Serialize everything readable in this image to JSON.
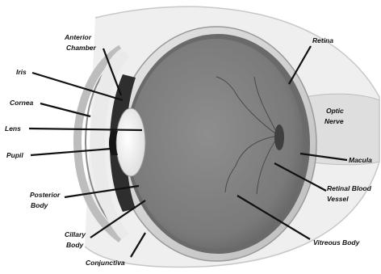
{
  "labels": {
    "anterior_chamber_1": "Anterior",
    "anterior_chamber_2": "Chamber",
    "iris": "Iris",
    "cornea": "Cornea",
    "lens": "Lens",
    "pupil": "Pupil",
    "posterior_body_1": "Posterior",
    "posterior_body_2": "Body",
    "cillary_body_1": "Cillary",
    "cillary_body_2": "Body",
    "conjunctiva": "Conjunctiva",
    "retina": "Retina",
    "optic_nerve_1": "Optic",
    "optic_nerve_2": "Nerve",
    "macula": "Macula",
    "retinal_blood_vessel_1": "Retinal Blood",
    "retinal_blood_vessel_2": "Vessel",
    "vitreous_body": "Vitreous Body"
  },
  "colors": {
    "line": "#111111",
    "vitreous": "#7d7d7d",
    "sclera": "#cfcfcf",
    "lens": "#ececec"
  }
}
